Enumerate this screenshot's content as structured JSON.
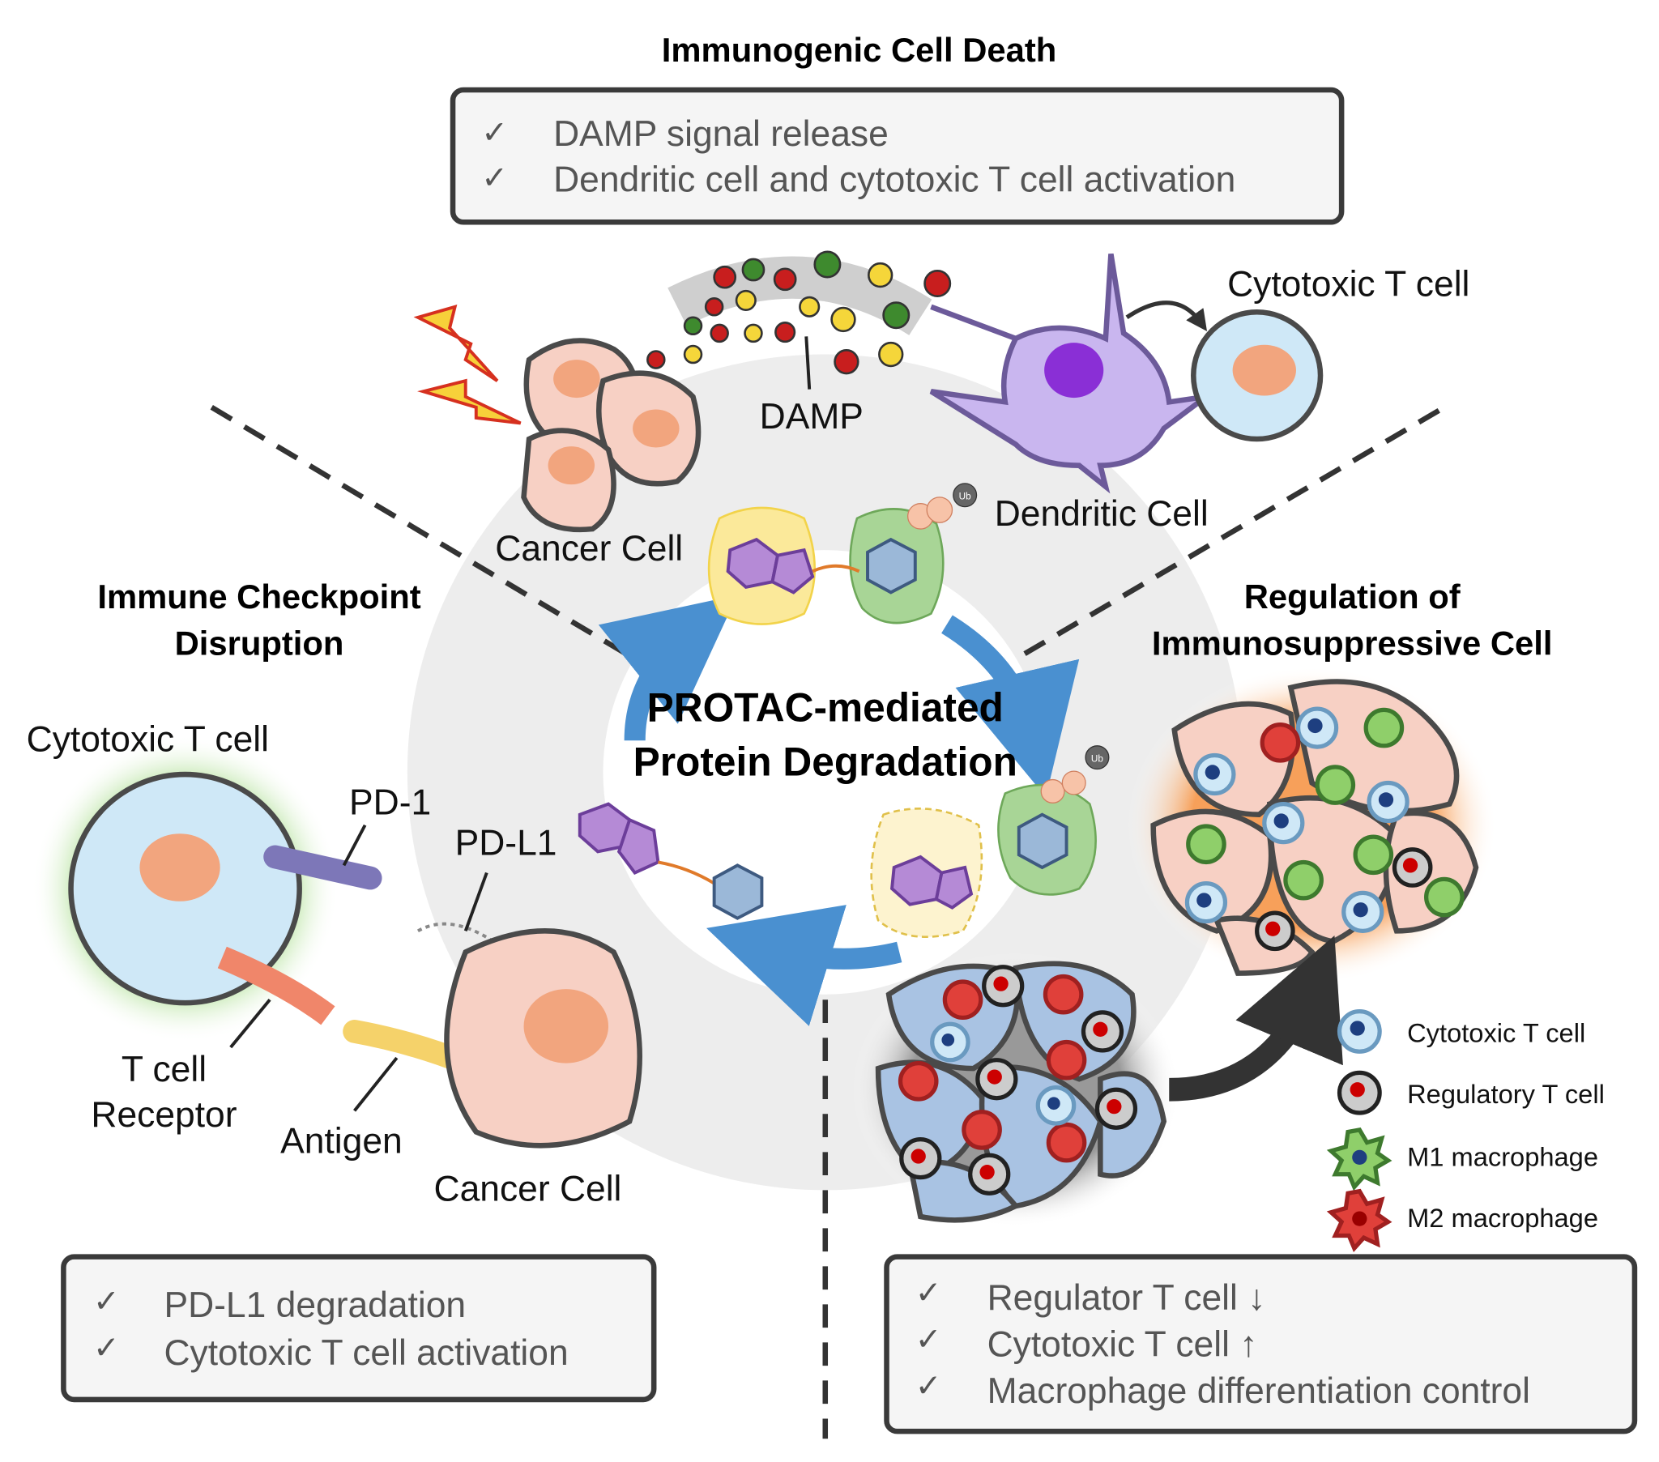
{
  "top": {
    "title": "Immunogenic Cell Death",
    "checks": [
      "DAMP signal release",
      "Dendritic cell and cytotoxic T cell activation"
    ],
    "labels": {
      "damp": "DAMP",
      "cancer_cell": "Cancer Cell",
      "dendritic_cell": "Dendritic Cell",
      "cytotoxic_t_cell": "Cytotoxic T cell"
    }
  },
  "center": {
    "title_line1": "PROTAC-mediated",
    "title_line2": "Protein Degradation",
    "ub": "Ub"
  },
  "left": {
    "title_line1": "Immune Checkpoint",
    "title_line2": "Disruption",
    "labels": {
      "cytotoxic_t_cell": "Cytotoxic T cell",
      "pd1": "PD-1",
      "pdl1": "PD-L1",
      "tcr_line1": "T cell",
      "tcr_line2": "Receptor",
      "antigen": "Antigen",
      "cancer_cell": "Cancer Cell"
    },
    "checks": [
      "PD-L1 degradation",
      "Cytotoxic T cell activation"
    ]
  },
  "right": {
    "title_line1": "Regulation of",
    "title_line2": "Immunosuppressive Cell",
    "legend": [
      "Cytotoxic T cell",
      "Regulatory T cell",
      "M1 macrophage",
      "M2 macrophage"
    ],
    "checks": [
      "Regulator T cell ↓",
      "Cytotoxic T cell ↑",
      "Macrophage differentiation control"
    ]
  },
  "check_mark": "✓",
  "colors": {
    "arrow_blue": "#4a90d0",
    "cancer": "#f7d0c4",
    "tcell": "#cfe8f7",
    "dendritic": "#c9b6ef",
    "m1": "#7fbf5f",
    "m2": "#e0403a"
  }
}
